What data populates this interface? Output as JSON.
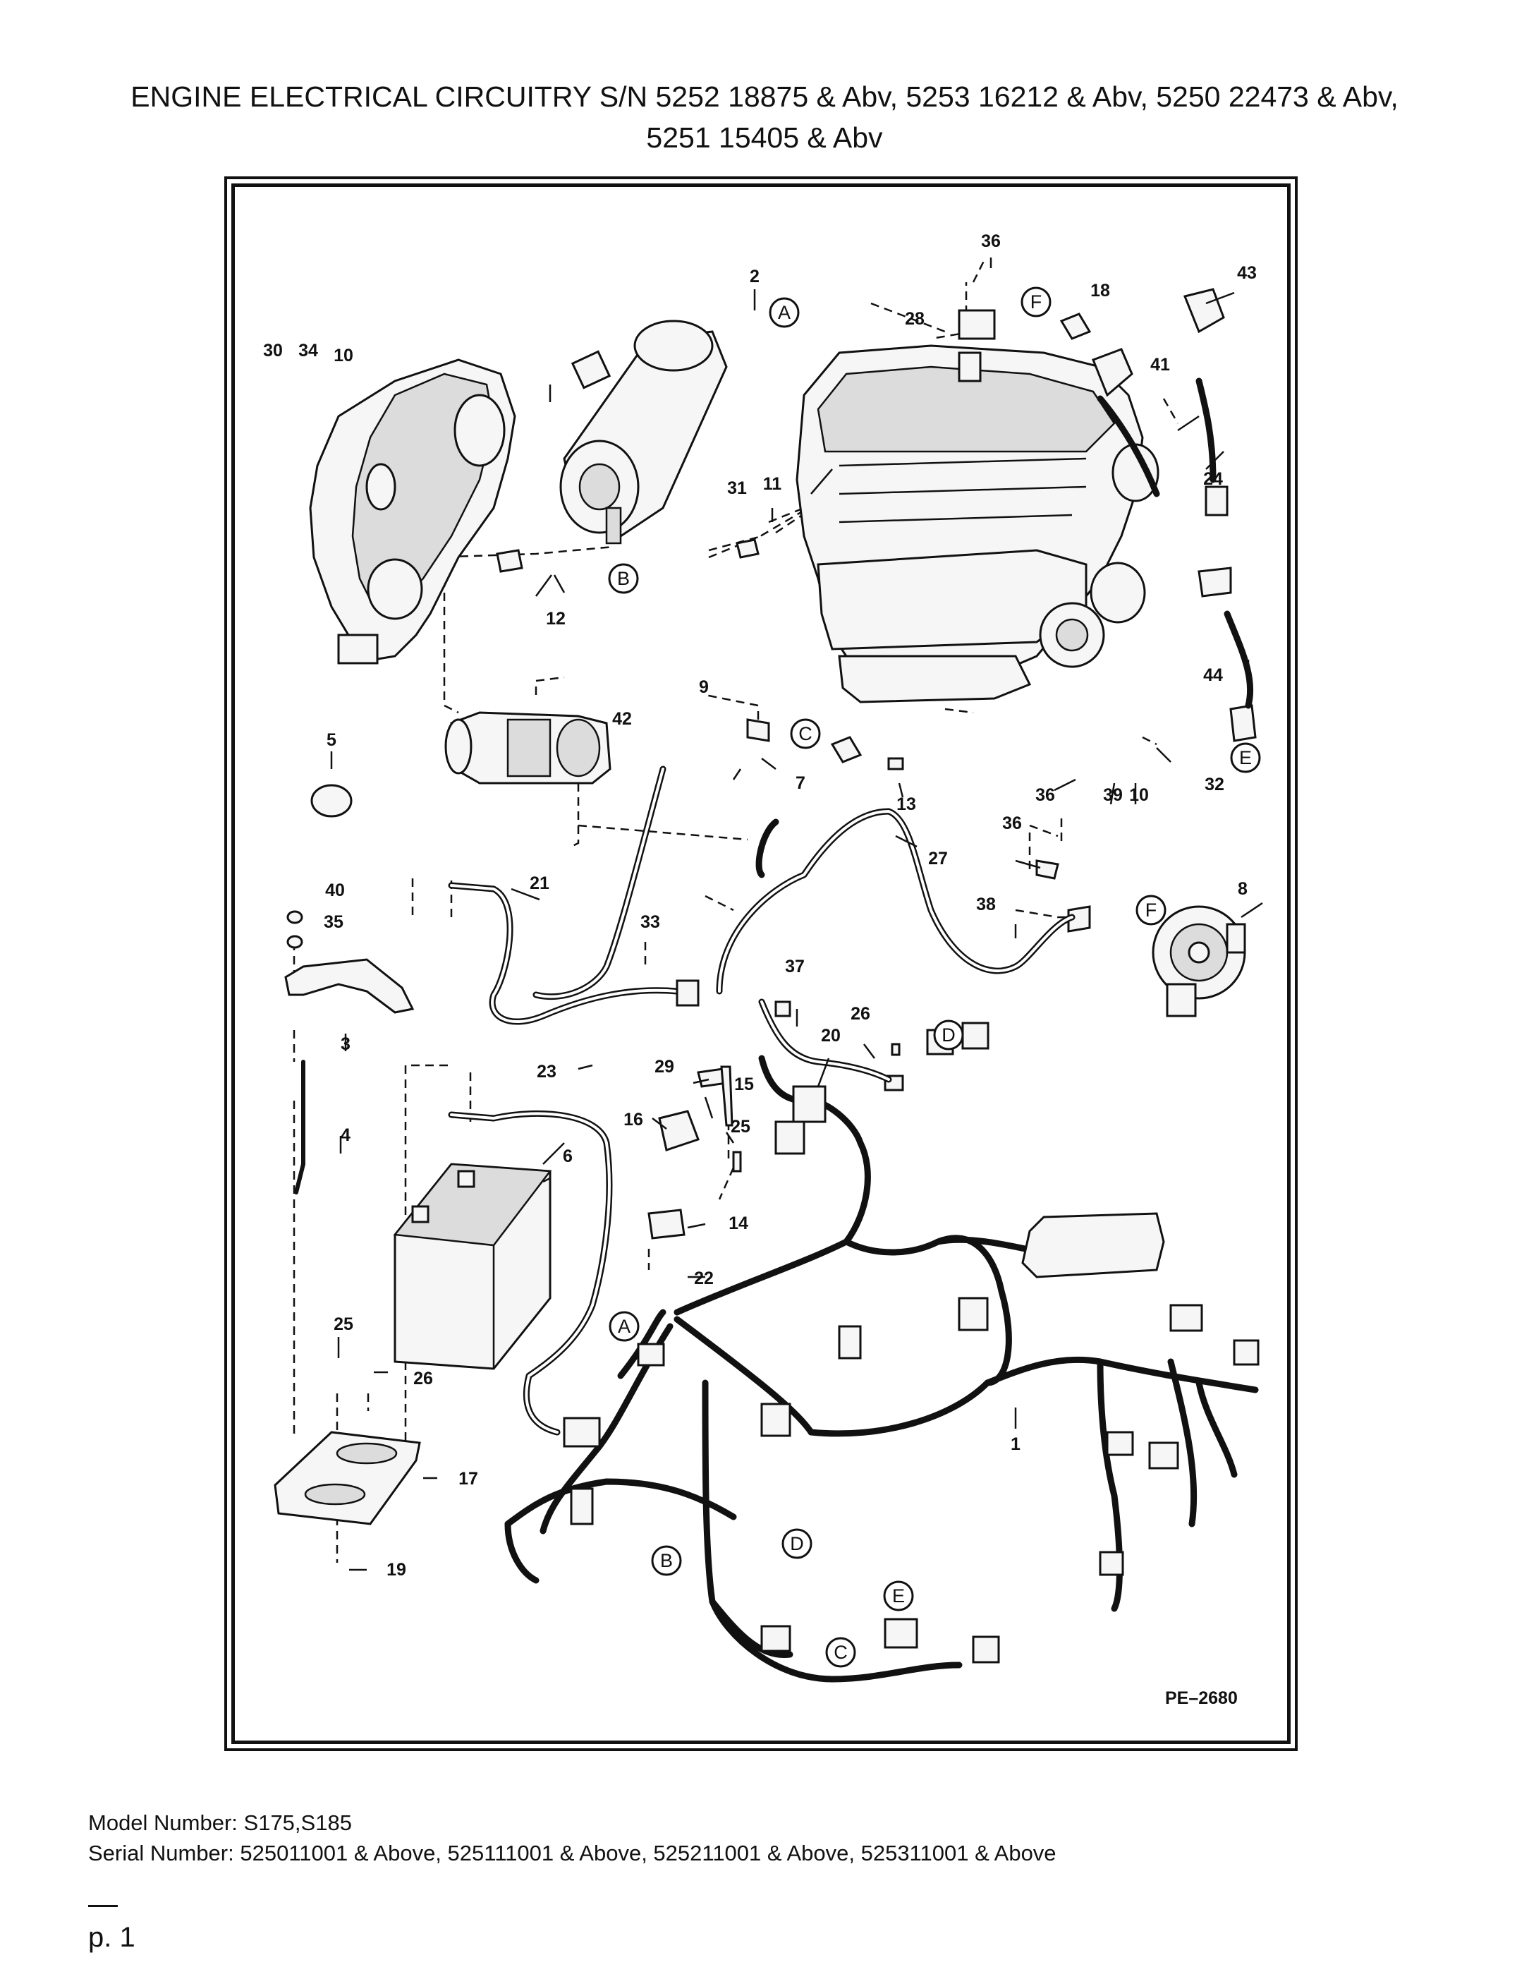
{
  "header": {
    "title_line1": "ENGINE ELECTRICAL CIRCUITRY S/N 5252 18875 & Abv, 5253 16212 & Abv, 5250 22473 & Abv,",
    "title_line2": "5251 15405 & Abv"
  },
  "diagram": {
    "code": "PE–2680",
    "labels": {
      "n1": "1",
      "n2": "2",
      "n3": "3",
      "n4": "4",
      "n5": "5",
      "n6": "6",
      "n7": "7",
      "n8": "8",
      "n9": "9",
      "n10a": "10",
      "n10b": "10",
      "n11": "11",
      "n12": "12",
      "n13": "13",
      "n14": "14",
      "n15": "15",
      "n16": "16",
      "n17": "17",
      "n18": "18",
      "n19": "19",
      "n20": "20",
      "n21": "21",
      "n22": "22",
      "n23": "23",
      "n24": "24",
      "n25a": "25",
      "n25b": "25",
      "n26a": "26",
      "n26b": "26",
      "n27": "27",
      "n28": "28",
      "n29": "29",
      "n30": "30",
      "n31": "31",
      "n32": "32",
      "n33": "33",
      "n34": "34",
      "n35": "35",
      "n36a": "36",
      "n36b": "36",
      "n36c": "36",
      "n37": "37",
      "n38": "38",
      "n39": "39",
      "n40": "40",
      "n41": "41",
      "n42": "42",
      "n43": "43",
      "n44": "44"
    },
    "refs": {
      "a1": "A",
      "a2": "A",
      "b1": "B",
      "b2": "B",
      "c1": "C",
      "c2": "C",
      "d1": "D",
      "d2": "D",
      "e1": "E",
      "e2": "E",
      "f1": "F",
      "f2": "F"
    }
  },
  "footer": {
    "model": "Model Number: S175,S185",
    "serial": "Serial Number: 525011001 & Above, 525111001 & Above, 525211001 & Above, 525311001 & Above",
    "page": "p. 1"
  }
}
